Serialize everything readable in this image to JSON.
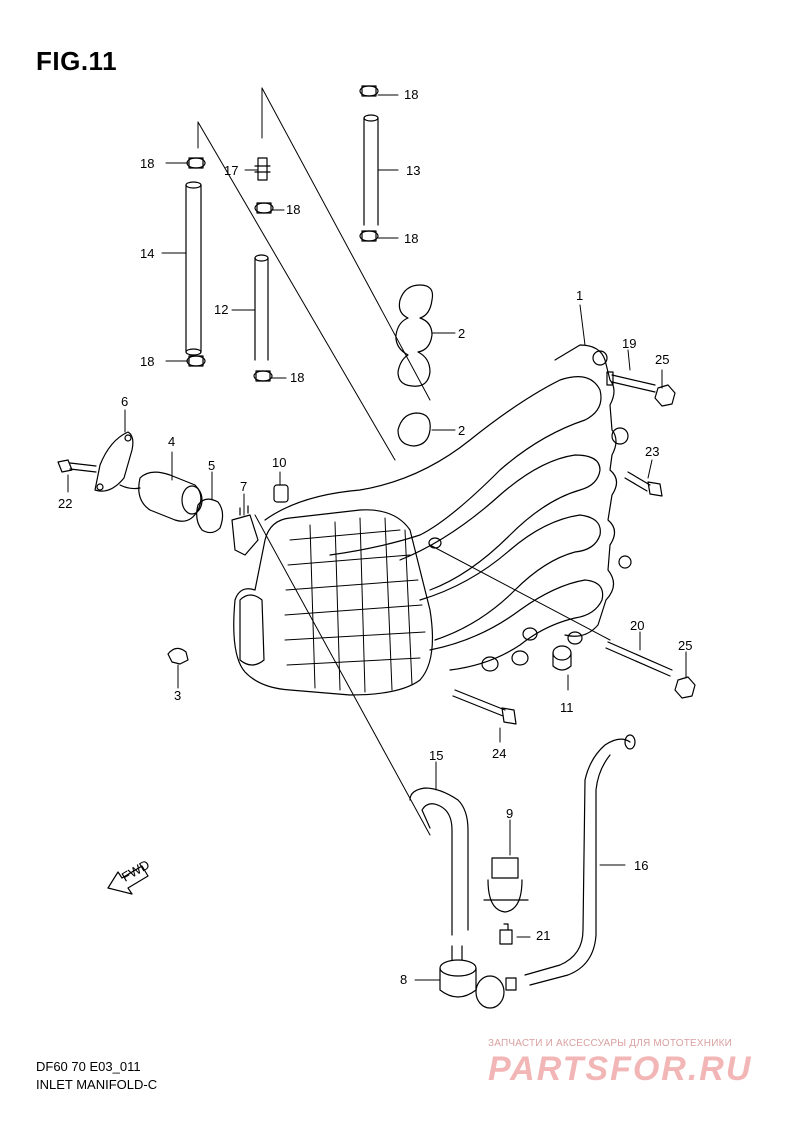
{
  "figure": {
    "title": "FIG.11",
    "code_line1": "DF60 70 E03_011",
    "code_line2": "INLET MANIFOLD-C"
  },
  "callouts": {
    "p1": "1",
    "p2a": "2",
    "p2b": "2",
    "p3": "3",
    "p4": "4",
    "p5": "5",
    "p6": "6",
    "p7": "7",
    "p8": "8",
    "p9": "9",
    "p10": "10",
    "p11": "11",
    "p12": "12",
    "p13": "13",
    "p14": "14",
    "p15": "15",
    "p16": "16",
    "p17": "17",
    "p18a": "18",
    "p18b": "18",
    "p18c": "18",
    "p18d": "18",
    "p18e": "18",
    "p18f": "18",
    "p19": "19",
    "p20": "20",
    "p21": "21",
    "p22": "22",
    "p23": "23",
    "p24": "24",
    "p25a": "25",
    "p25b": "25"
  },
  "fwd_label": "FWD",
  "watermark": {
    "subtitle": "ЗАПЧАСТИ И АКСЕССУАРЫ ДЛЯ МОТОТЕХНИКИ",
    "logo": "PARTSFOR.RU",
    "color": "#f2b6b6"
  }
}
